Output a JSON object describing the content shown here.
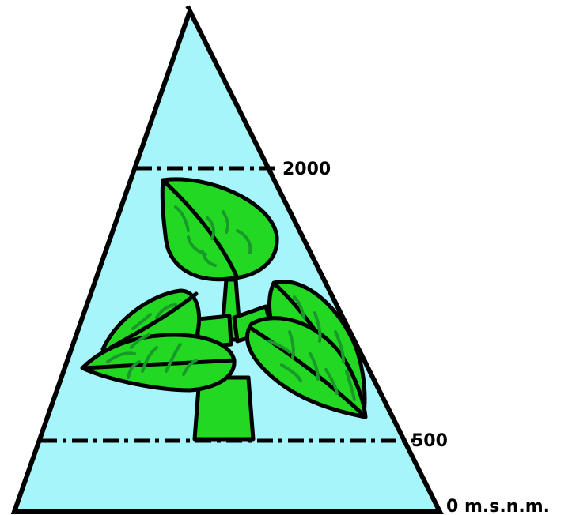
{
  "colors": {
    "mountain_fill": "#a6f5fa",
    "mountain_stroke": "#000000",
    "plant_fill": "#22d822",
    "plant_stroke": "#000000",
    "leaf_vein": "#189a2a",
    "background": "#ffffff"
  },
  "elevation_labels": {
    "top": "2000",
    "middle": "500",
    "base": "0 m.s.n.m."
  },
  "icons": {
    "plant": "plant-icon"
  }
}
